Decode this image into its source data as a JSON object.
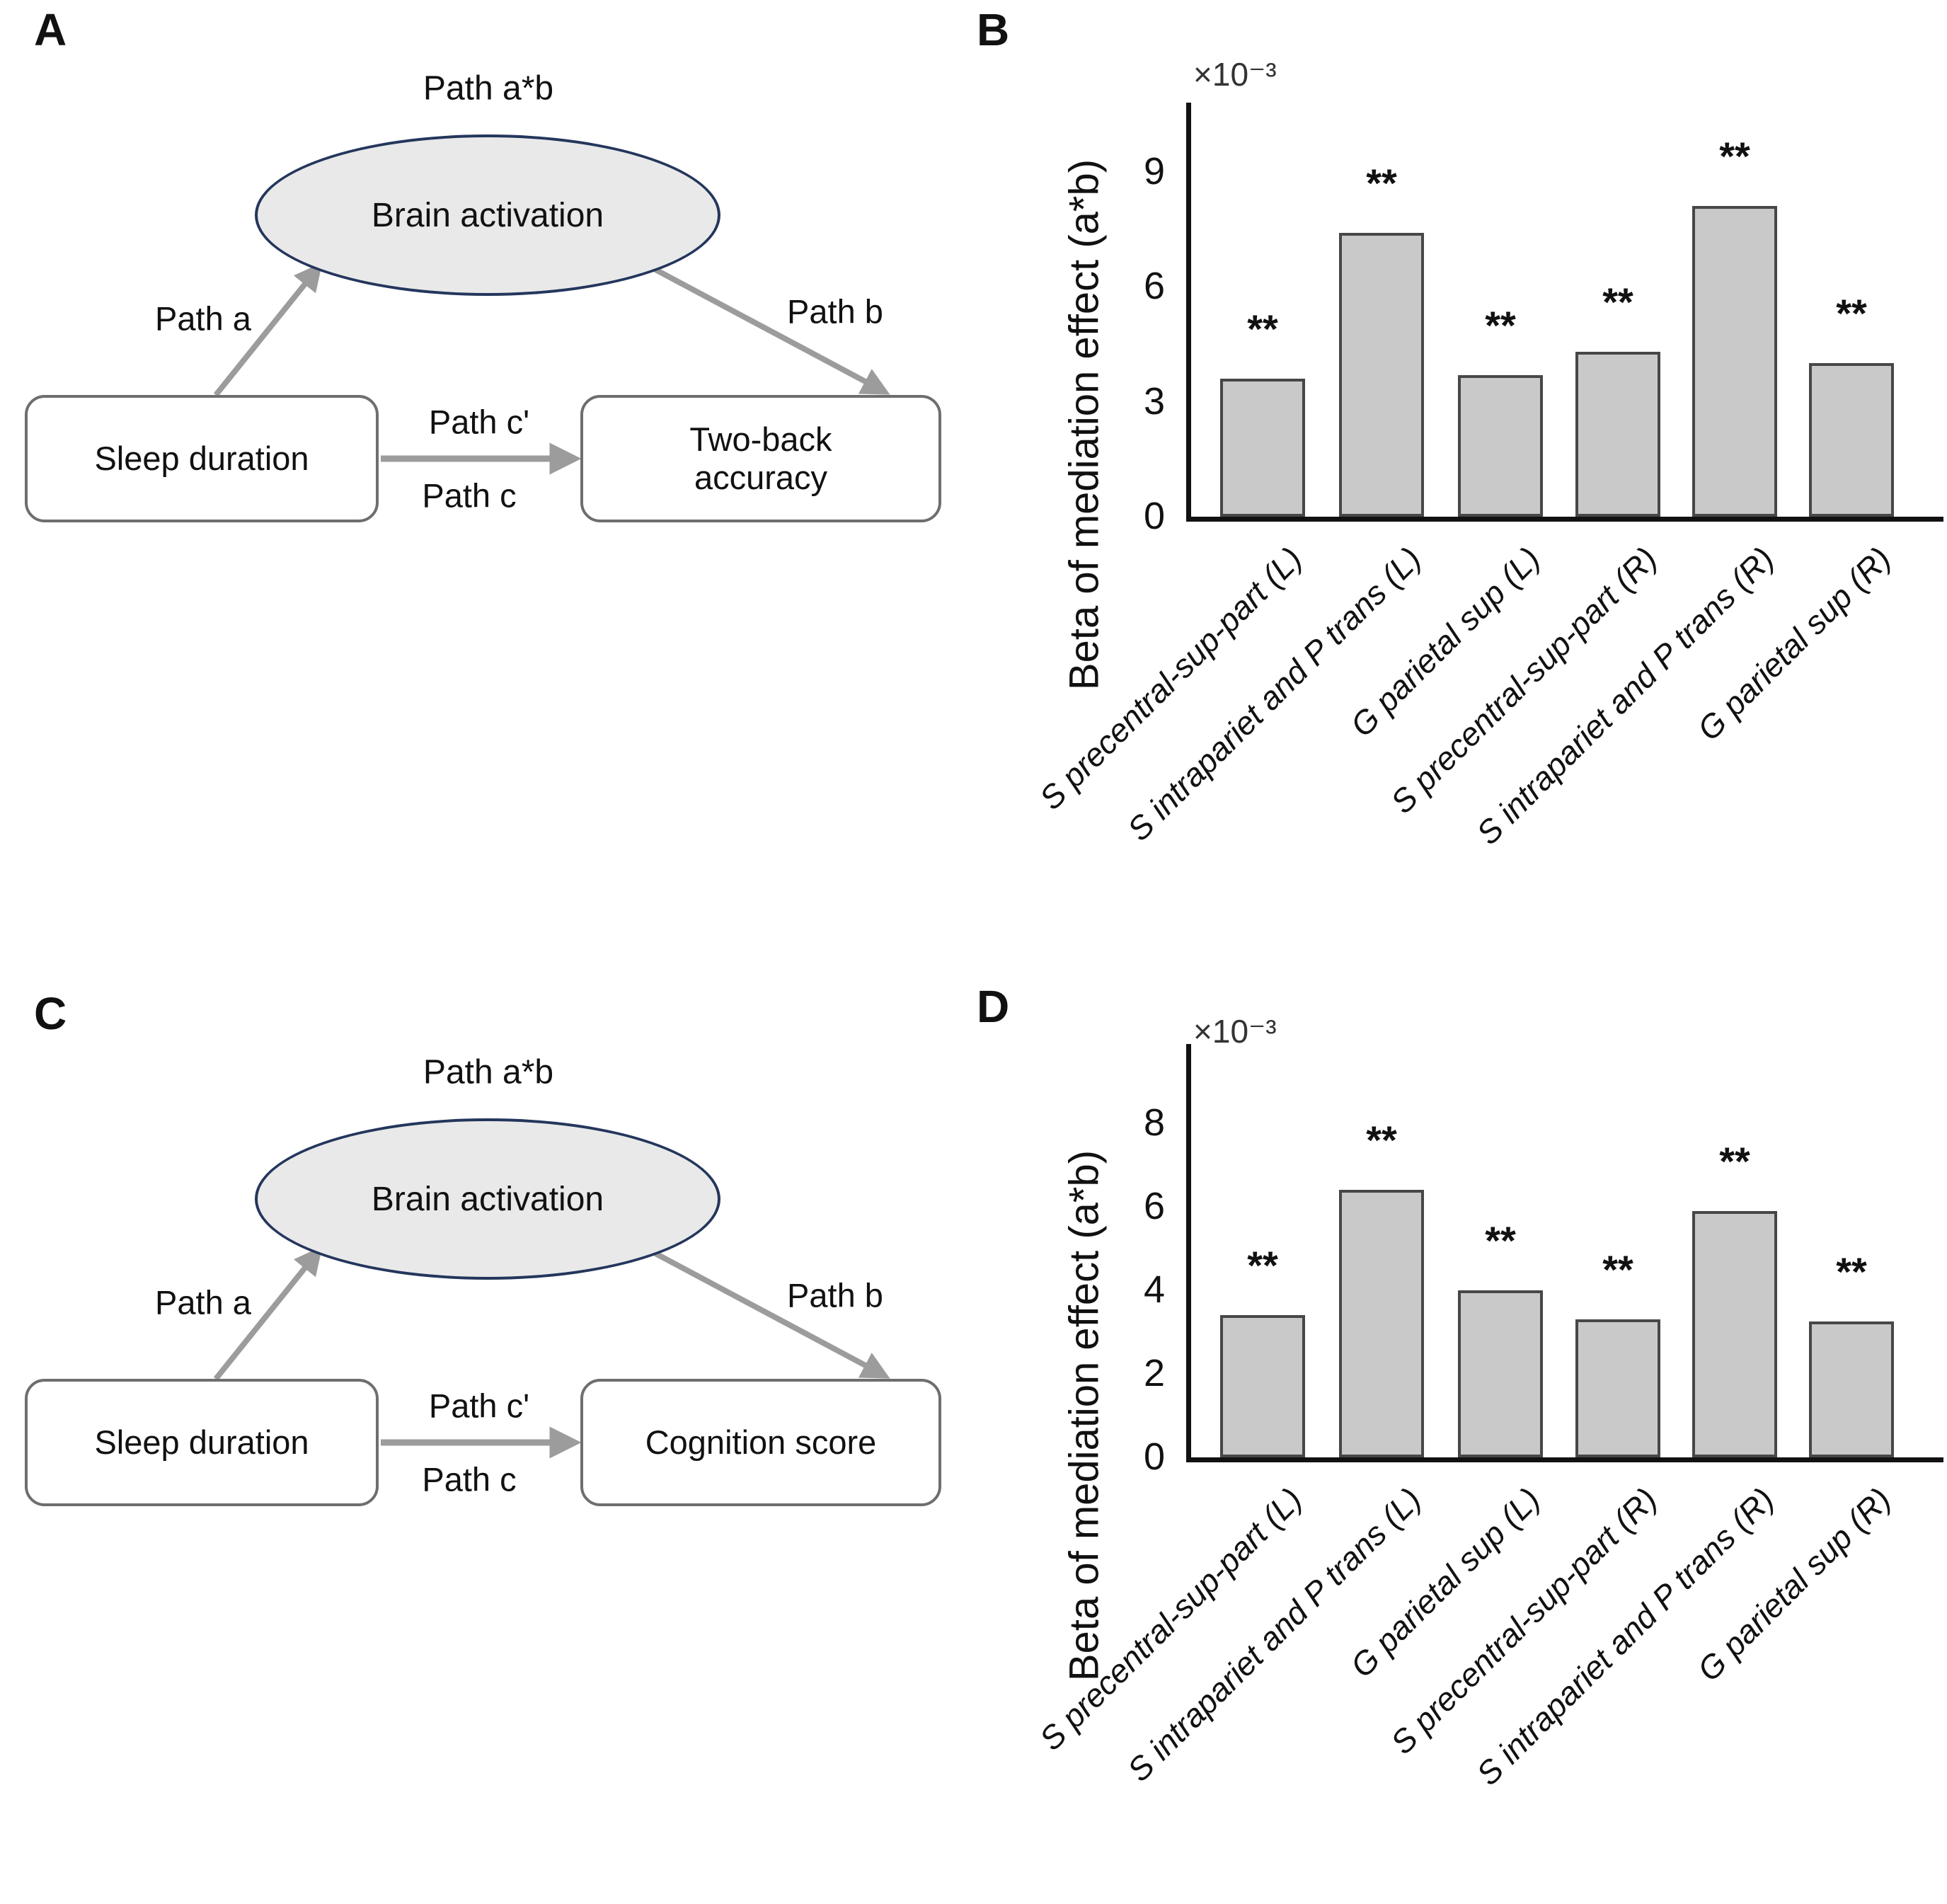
{
  "figure": {
    "background": "#ffffff"
  },
  "diagrams": [
    {
      "panel_label": "A",
      "path_ab": "Path a*b",
      "mediator": "Brain activation",
      "predictor": "Sleep duration",
      "outcome_lines": [
        "Two-back",
        "accuracy"
      ],
      "path_a": "Path a",
      "path_b": "Path b",
      "path_c_prime": "Path c'",
      "path_c": "Path c"
    },
    {
      "panel_label": "C",
      "path_ab": "Path a*b",
      "mediator": "Brain activation",
      "predictor": "Sleep duration",
      "outcome_lines": [
        "Cognition score"
      ],
      "path_a": "Path a",
      "path_b": "Path b",
      "path_c_prime": "Path c'",
      "path_c": "Path c"
    }
  ],
  "chart_data": [
    {
      "id": "chart-b",
      "panel_label": "B",
      "type": "bar",
      "title": "",
      "xlabel": "",
      "ylabel": "Beta of mediation effect (a*b)",
      "scale_note": "×10⁻³",
      "categories": [
        "S precentral-sup-part (L)",
        "S intrapariet and P trans (L)",
        "G parietal sup (L)",
        "S precentral-sup-part (R)",
        "S intrapariet and P trans (R)",
        "G parietal sup (R)"
      ],
      "values": [
        3.6,
        7.4,
        3.7,
        4.3,
        8.1,
        4.0
      ],
      "significance": [
        "**",
        "**",
        "**",
        "**",
        "**",
        "**"
      ],
      "yticks": [
        0,
        3,
        6,
        9
      ],
      "ylim": [
        0,
        10.8
      ],
      "grid": false,
      "legend": null,
      "bar_color": "#c9c9c9",
      "bar_edge_color": "#474747"
    },
    {
      "id": "chart-d",
      "panel_label": "D",
      "type": "bar",
      "title": "",
      "xlabel": "",
      "ylabel": "Beta of mediation effect (a*b)",
      "scale_note": "×10⁻³",
      "categories": [
        "S precentral-sup-part (L)",
        "S intrapariet and P trans (L)",
        "G parietal sup (L)",
        "S precentral-sup-part (R)",
        "S intrapariet and P trans (R)",
        "G parietal sup (R)"
      ],
      "values": [
        3.4,
        6.4,
        4.0,
        3.3,
        5.9,
        3.25
      ],
      "significance": [
        "**",
        "**",
        "**",
        "**",
        "**",
        "**"
      ],
      "yticks": [
        0,
        2,
        4,
        6,
        8
      ],
      "ylim": [
        0,
        9.9
      ],
      "grid": false,
      "legend": null,
      "bar_color": "#c9c9c9",
      "bar_edge_color": "#474747"
    }
  ],
  "colors": {
    "ellipse_fill": "#e9e9e9",
    "ellipse_border": "#24365c",
    "box_fill": "#ffffff",
    "box_border": "#6e6e6e",
    "arrow": "#9c9c9c",
    "axis": "#111111",
    "bar_fill": "#c9c9c9",
    "bar_edge": "#474747",
    "text": "#111111"
  }
}
